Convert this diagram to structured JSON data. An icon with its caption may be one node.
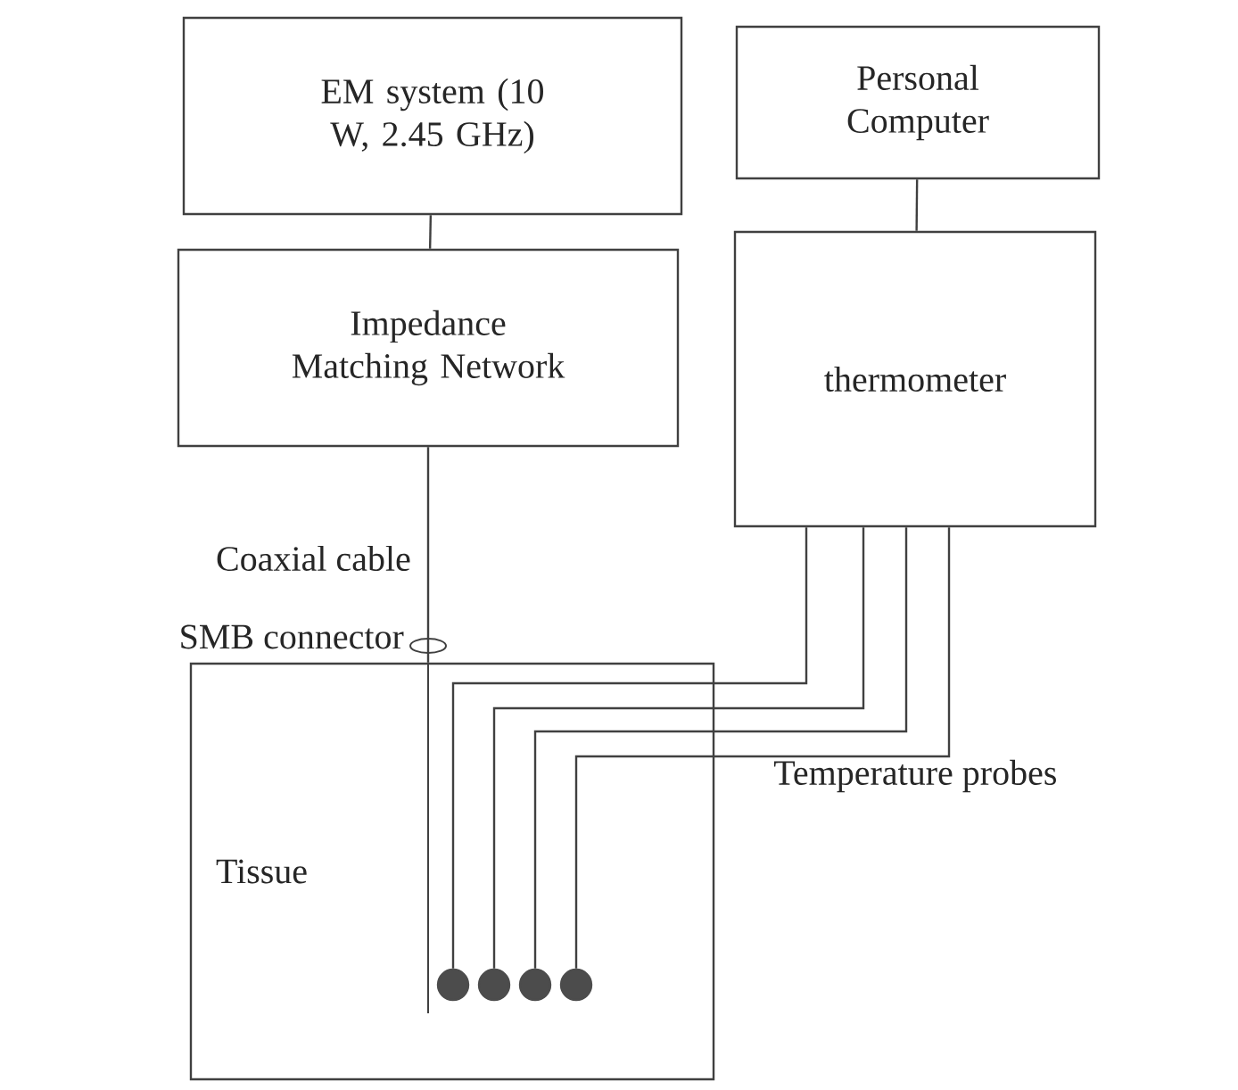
{
  "diagram": {
    "nodes": [
      {
        "text": [
          "EM system (10 W, 2.45 GHz)"
        ]
      },
      {
        "text": [
          "Impedance Matching Network"
        ]
      },
      {
        "text": [
          "Personal Computer"
        ]
      },
      {
        "text": [
          "thermometer"
        ]
      },
      {
        "text": [
          "Tissue"
        ]
      },
      {
        "text": [],
        "shape": "circle",
        "in": 4
      },
      {
        "text": [],
        "shape": "circle",
        "in": 4
      },
      {
        "text": [],
        "shape": "circle",
        "in": 4
      },
      {
        "text": [],
        "shape": "circle",
        "in": 4
      }
    ],
    "edges": [
      {
        "from": 0,
        "to": 1,
        "arrow": "none"
      },
      {
        "from": 2,
        "to": 3,
        "arrow": "none"
      },
      {
        "from": 1,
        "to": 4,
        "arrow": "none"
      },
      {
        "from": 3,
        "to": 5,
        "arrow": "none"
      },
      {
        "from": 3,
        "to": 6,
        "arrow": "none"
      },
      {
        "from": 3,
        "to": 7,
        "arrow": "none"
      },
      {
        "from": 3,
        "to": 8,
        "arrow": "none"
      }
    ],
    "labels": [
      "Coaxial cable",
      "SMB connector",
      "Temperature probes"
    ]
  }
}
